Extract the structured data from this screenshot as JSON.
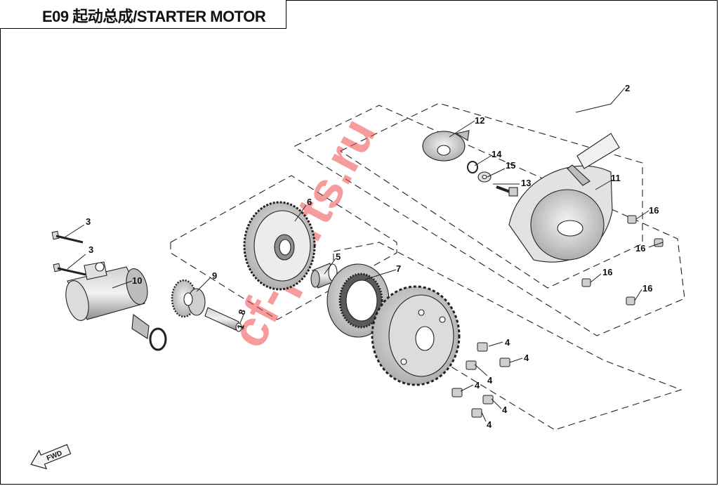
{
  "title": "E09 起动总成/STARTER MOTOR",
  "watermark": "cf-parts.ru",
  "direction_arrow": "FWD",
  "callouts": [
    {
      "id": "c1",
      "label": "1"
    },
    {
      "id": "c2",
      "label": "2"
    },
    {
      "id": "c3a",
      "label": "3"
    },
    {
      "id": "c3b",
      "label": "3"
    },
    {
      "id": "c4a",
      "label": "4"
    },
    {
      "id": "c4b",
      "label": "4"
    },
    {
      "id": "c4c",
      "label": "4"
    },
    {
      "id": "c4d",
      "label": "4"
    },
    {
      "id": "c4e",
      "label": "4"
    },
    {
      "id": "c4f",
      "label": "4"
    },
    {
      "id": "c5",
      "label": "5"
    },
    {
      "id": "c6",
      "label": "6"
    },
    {
      "id": "c7",
      "label": "7"
    },
    {
      "id": "c8",
      "label": "8"
    },
    {
      "id": "c9",
      "label": "9"
    },
    {
      "id": "c10",
      "label": "10"
    },
    {
      "id": "c11",
      "label": "11"
    },
    {
      "id": "c12",
      "label": "12"
    },
    {
      "id": "c13",
      "label": "13"
    },
    {
      "id": "c14",
      "label": "14"
    },
    {
      "id": "c15",
      "label": "15"
    },
    {
      "id": "c16a",
      "label": "16"
    },
    {
      "id": "c16b",
      "label": "16"
    },
    {
      "id": "c16c",
      "label": "16"
    },
    {
      "id": "c16d",
      "label": "16"
    }
  ],
  "colors": {
    "line": "#222222",
    "part_fill": "#e6e6e6",
    "part_dark": "#9a9a9a",
    "watermark": "#ee4a4a"
  }
}
